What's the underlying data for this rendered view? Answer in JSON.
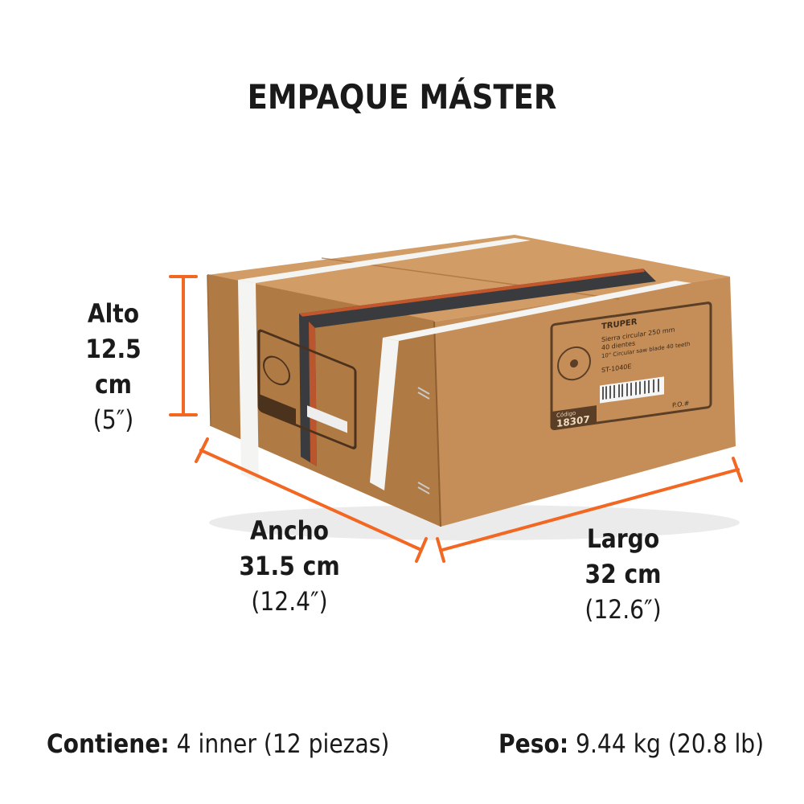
{
  "title": "EMPAQUE MÁSTER",
  "dimensions": {
    "alto": {
      "label": "Alto",
      "metric": "12.5 cm",
      "imperial": "(5″)"
    },
    "ancho": {
      "label": "Ancho",
      "metric": "31.5 cm",
      "imperial": "(12.4″)"
    },
    "largo": {
      "label": "Largo",
      "metric": "32 cm",
      "imperial": "(12.6″)"
    }
  },
  "footer": {
    "contiene_label": "Contiene:",
    "contiene_value": "4 inner (12 piezas)",
    "peso_label": "Peso:",
    "peso_value": "9.44 kg (20.8 lb)"
  },
  "box_label": {
    "brand": "TRUPER",
    "line1": "Sierra circular 250 mm",
    "line2": "40 dientes",
    "line3": "10\" Circular saw blade 40 teeth",
    "model": "ST-1040E",
    "code_caption": "Código",
    "code": "18307",
    "po": "P.O.#"
  },
  "colors": {
    "accent": "#f26722",
    "cardboard": "#c58e58",
    "text": "#1a1a1a"
  }
}
